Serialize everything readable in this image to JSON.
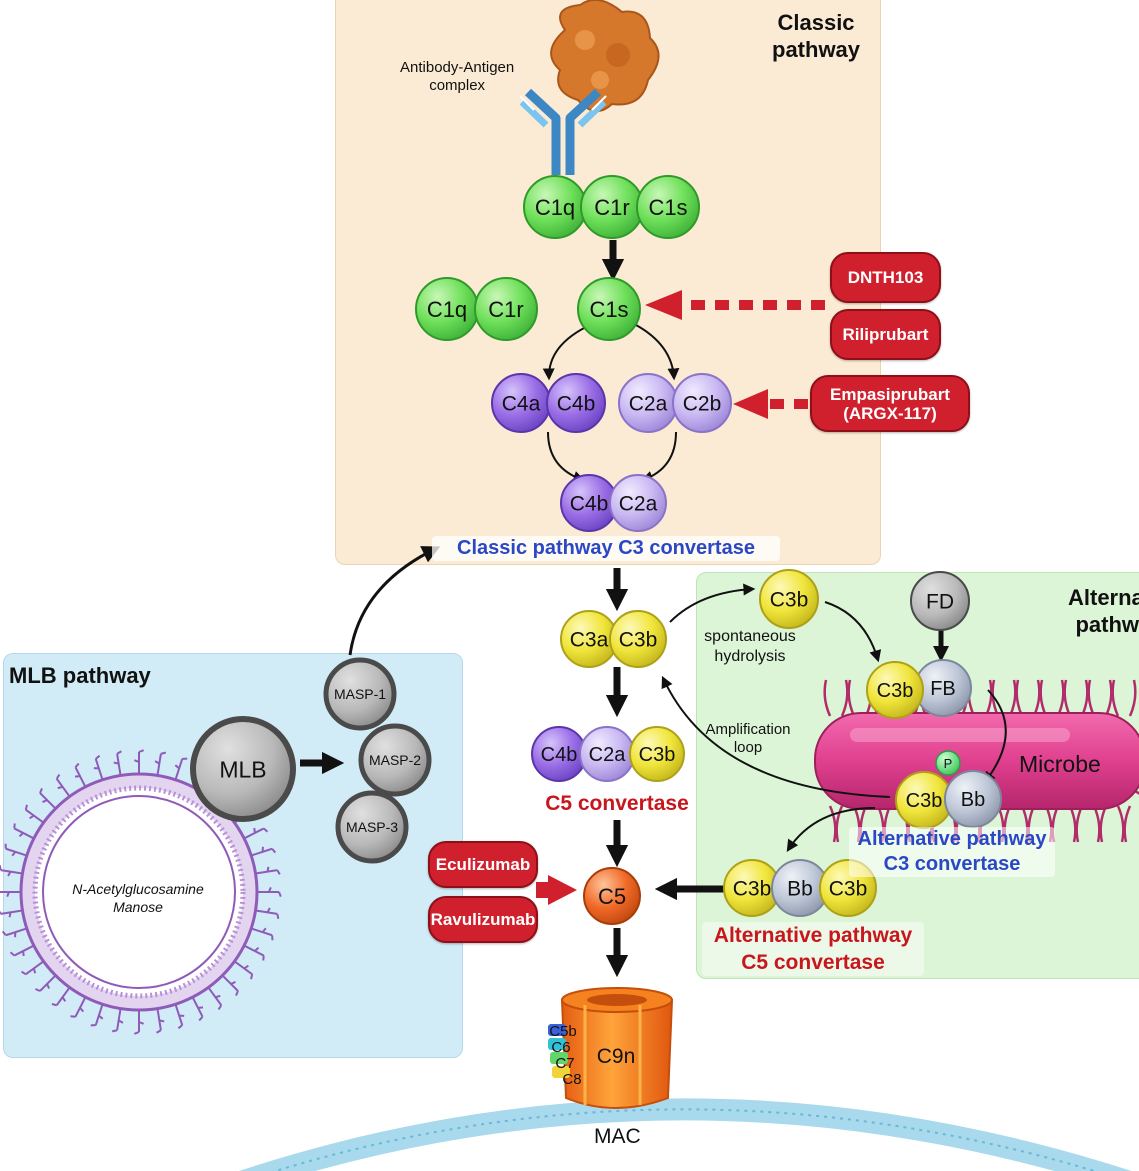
{
  "panels": {
    "classic_title": "Classic\npathway",
    "mlb_title": "MLB pathway",
    "alt_title": "Alterna\npathw"
  },
  "labels": {
    "antibody_antigen": "Antibody-Antigen\ncomplex",
    "classic_c3_convertase": "Classic pathway C3 convertase",
    "c5_convertase": "C5 convertase",
    "spontaneous_hydrolysis": "spontaneous\nhydrolysis",
    "amplification_loop": "Amplification\nloop",
    "microbe": "Microbe",
    "alt_c3_convertase": "Alternative pathway\nC3 convertase",
    "alt_c5_convertase": "Alternative pathway\nC5 convertase",
    "sugar": "N-Acetylglucosamine\nManose",
    "mac": "MAC",
    "phosphate": "P"
  },
  "drugs": {
    "dnth103": "DNTH103",
    "riliprubart": "Riliprubart",
    "empasiprubart": "Empasiprubart\n(ARGX-117)",
    "eculizumab": "Eculizumab",
    "ravulizumab": "Ravulizumab"
  },
  "components": {
    "c1q": "C1q",
    "c1r": "C1r",
    "c1s": "C1s",
    "c4a": "C4a",
    "c4b": "C4b",
    "c2a": "C2a",
    "c2b": "C2b",
    "c3a": "C3a",
    "c3b": "C3b",
    "c5": "C5",
    "fd": "FD",
    "fb": "FB",
    "bb": "Bb",
    "mlb": "MLB",
    "masp1": "MASP-1",
    "masp2": "MASP-2",
    "masp3": "MASP-3",
    "c5b": "C5b",
    "c6": "C6",
    "c7": "C7",
    "c8": "C8",
    "c9n": "C9n"
  },
  "colors": {
    "classic_bg": "#fcebd4",
    "alt_bg": "#dcf5d6",
    "mlb_bg": "#d2ecf7",
    "green": "#6fe05a",
    "purple_dark": "#9b6ee6",
    "purple_light": "#c9b8f2",
    "yellow": "#f0e53a",
    "grey": "#bfc8d8",
    "orange": "#f06a28",
    "drug_red": "#d0202d",
    "microbe": "#e0408f"
  }
}
